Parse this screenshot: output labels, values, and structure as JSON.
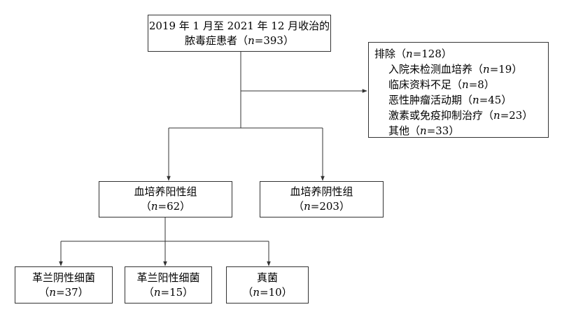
{
  "nodes": {
    "root": {
      "line1": "2019 年 1 月至 2021 年 12 月收治的",
      "line2": "脓毒症患者（n=393）"
    },
    "exclusion": {
      "header": "排除（n=128）",
      "items": [
        "入院未检测血培养（n=19）",
        "临床资料不足（n=8）",
        "恶性肿瘤活动期（n=45）",
        "激素或免疫抑制治疗（n=23）",
        "其他（n=33）"
      ]
    },
    "positive": {
      "line1": "血培养阳性组",
      "line2": "（n=62）"
    },
    "negative": {
      "line1": "血培养阴性组",
      "line2": "（n=203）"
    },
    "gram_negative": {
      "line1": "革兰阴性细菌",
      "line2": "（n=37）"
    },
    "gram_positive": {
      "line1": "革兰阳性细菌",
      "line2": "（n=15）"
    },
    "fungi": {
      "line1": "真菌",
      "line2": "（n=10）"
    }
  },
  "colors": {
    "border": "#333333",
    "line": "#333333"
  }
}
